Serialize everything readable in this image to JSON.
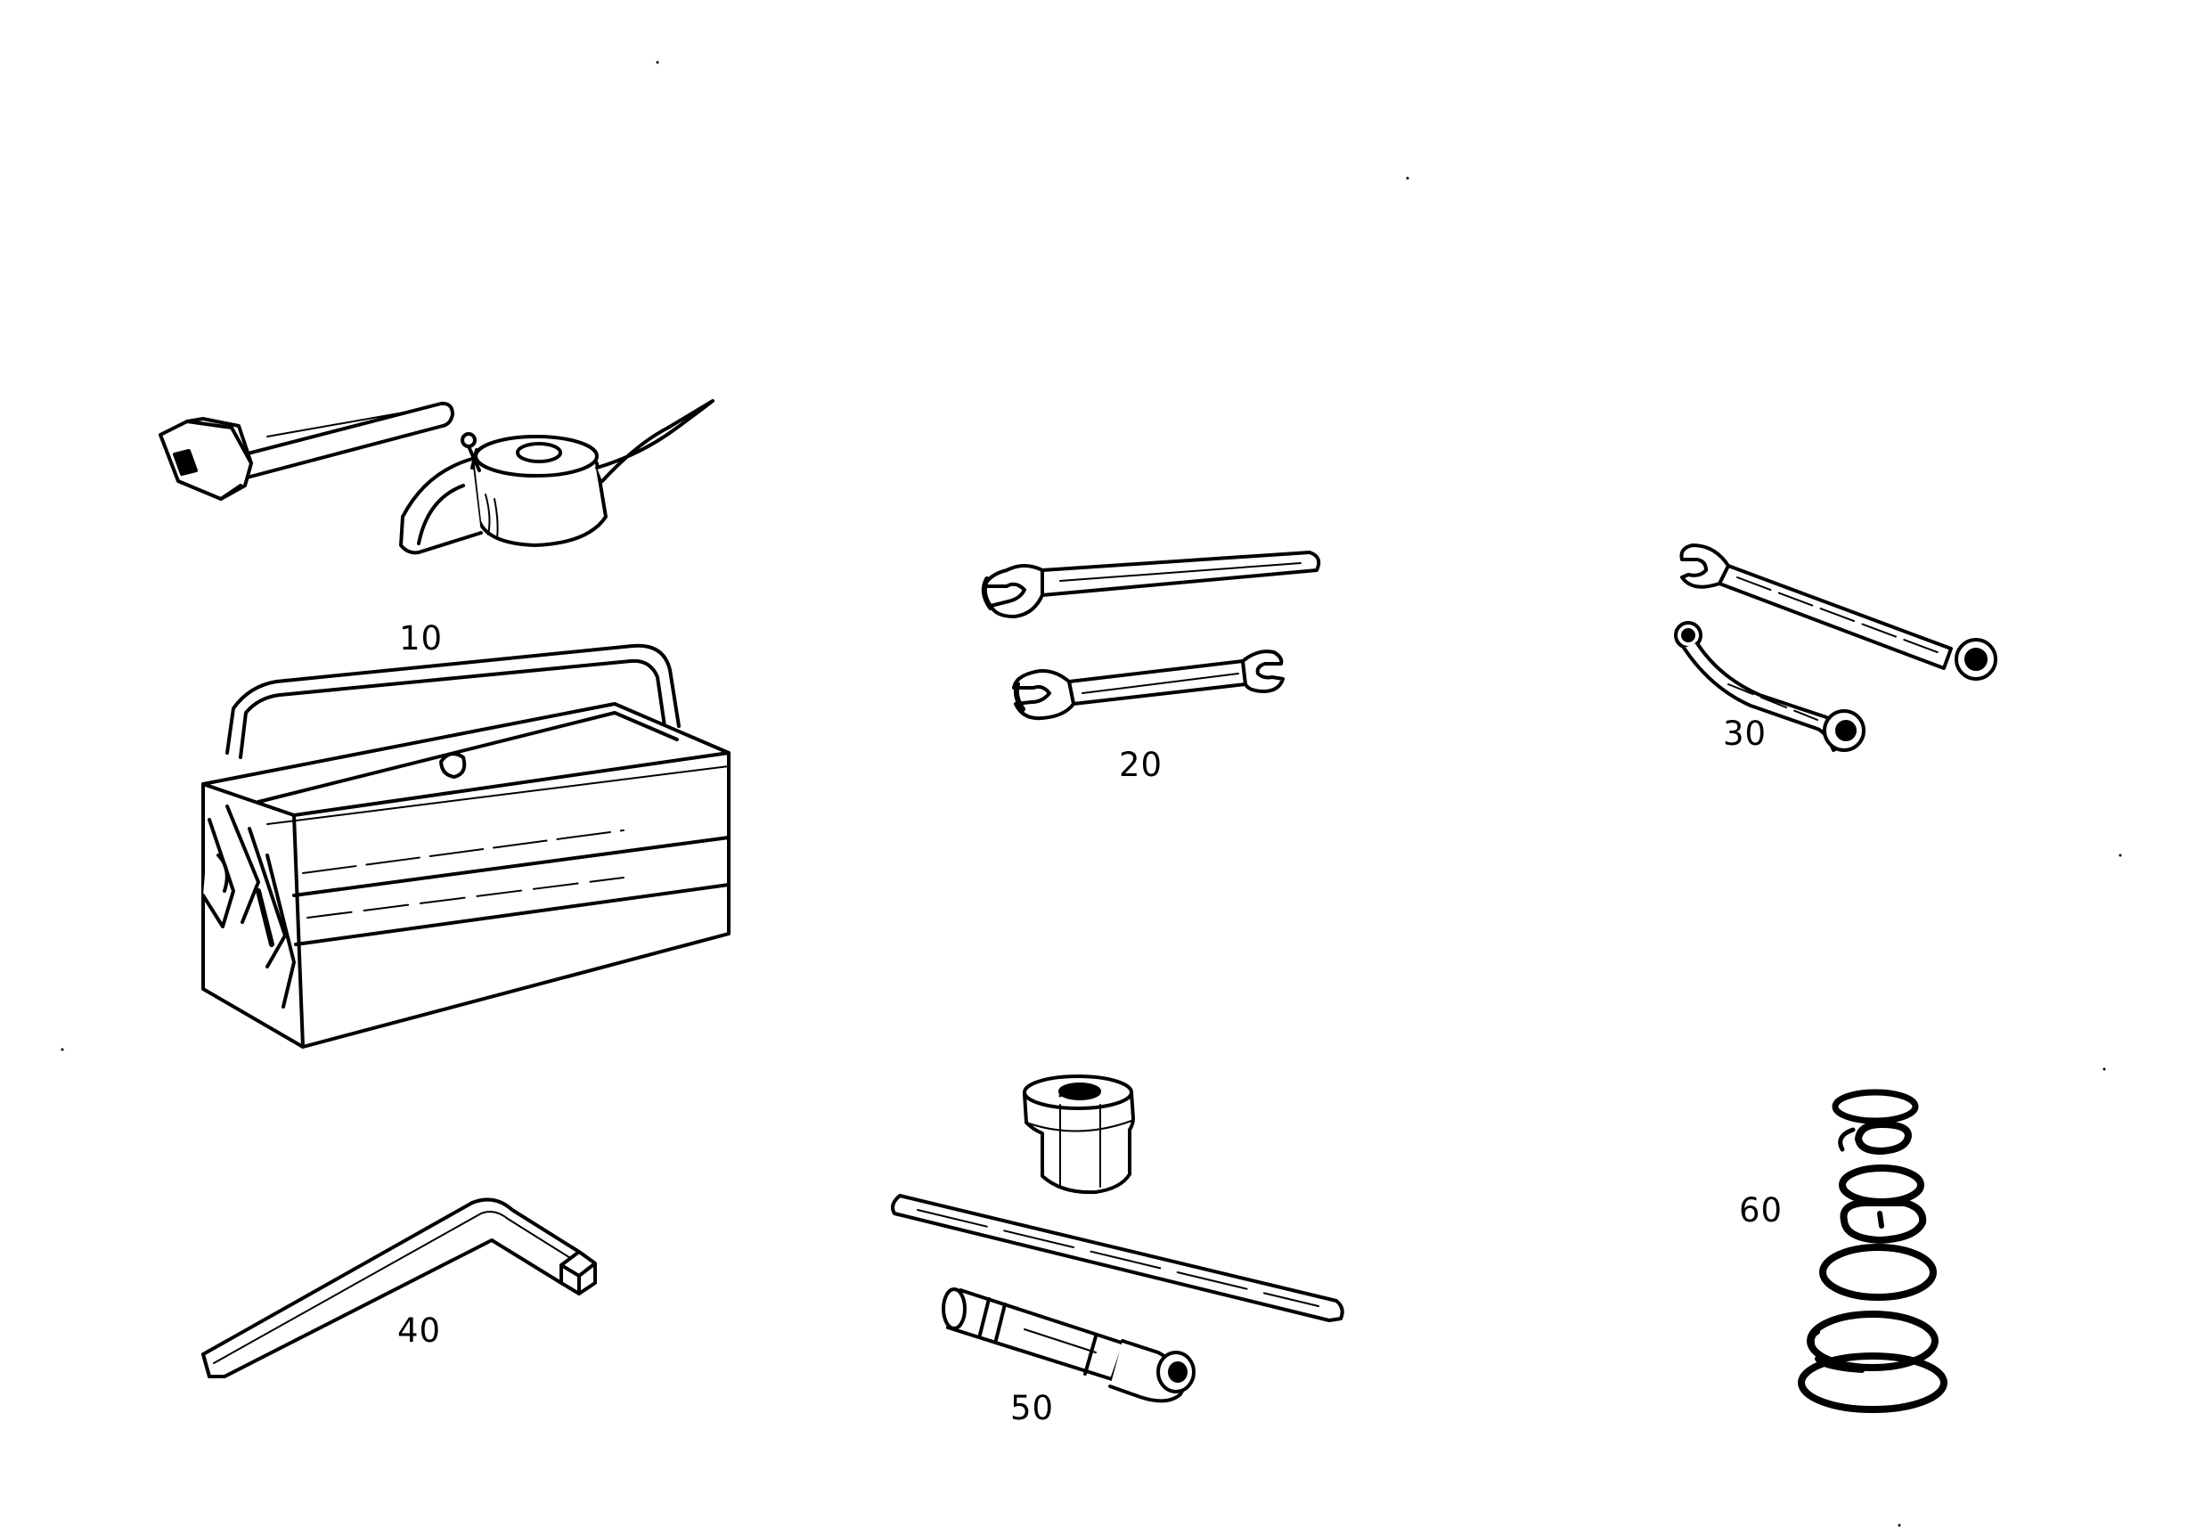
{
  "diagram": {
    "background": "#ffffff",
    "ink": "#000000",
    "groups": [
      {
        "id": "g10",
        "label": "10",
        "items": [
          "hammer-icon",
          "oil-can-icon",
          "toolbox-icon"
        ]
      },
      {
        "id": "g20",
        "label": "20",
        "items": [
          "open-end-wrench-icon",
          "open-end-wrench-icon"
        ]
      },
      {
        "id": "g30",
        "label": "30",
        "items": [
          "combination-wrench-icon",
          "offset-ring-wrench-icon"
        ]
      },
      {
        "id": "g40",
        "label": "40",
        "items": [
          "hex-key-icon"
        ]
      },
      {
        "id": "g50",
        "label": "50",
        "items": [
          "socket-icon",
          "tommy-bar-icon",
          "box-spanner-icon"
        ]
      },
      {
        "id": "g60",
        "label": "60",
        "items": [
          "circlip-icon"
        ]
      }
    ]
  }
}
